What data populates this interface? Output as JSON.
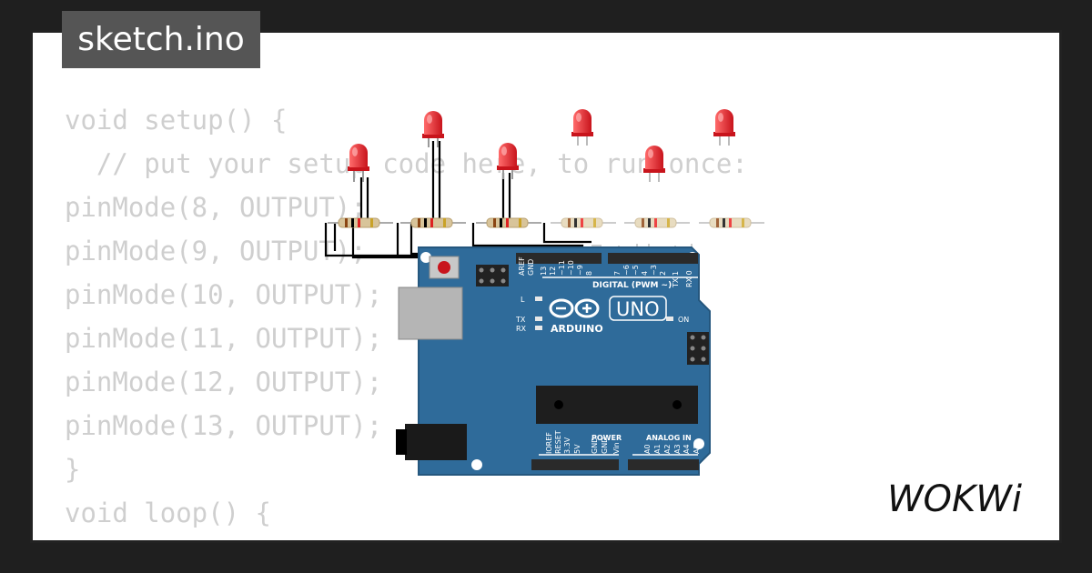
{
  "title": "sketch.ino",
  "code_lines": [
    "void setup() {",
    "  // put your setup code here, to run once:",
    "pinMode(8, OUTPUT);",
    "pinMode(9, OUTPUT);",
    "pinMode(10, OUTPUT);",
    "pinMode(11, OUTPUT);",
    "pinMode(12, OUTPUT);",
    "pinMode(13, OUTPUT);",
    "}",
    "",
    "void loop() {"
  ],
  "board": {
    "logo_text": "ARDUINO",
    "model": "UNO",
    "digital_label": "DIGITAL (PWM ~)",
    "power_label": "POWER",
    "analog_label": "ANALOG IN",
    "on_label": "ON",
    "l_label": "L",
    "tx_label": "TX",
    "rx_label": "RX",
    "digital_pins": [
      "AREF",
      "GND",
      "13",
      "12",
      "~11",
      "~10",
      "~9",
      "8",
      "7",
      "~6",
      "~5",
      "4",
      "~3",
      "2",
      "TX 1",
      "RX 0"
    ],
    "power_pins": [
      "IOREF",
      "RESET",
      "3.3V",
      "5V",
      "GND",
      "GND",
      "Vin"
    ],
    "analog_pins": [
      "A0",
      "A1",
      "A2",
      "A3",
      "A4",
      "A5"
    ]
  },
  "brand": "WOKWi",
  "colors": {
    "frame": "#1f1f1f",
    "title_bg": "#555555",
    "code_text": "#cfcfcf",
    "board_blue": "#2f6b9a",
    "led_red": "#e8232b",
    "wire": "#000000"
  }
}
